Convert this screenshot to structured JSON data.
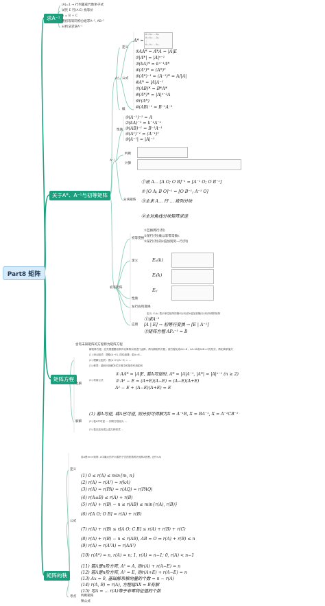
{
  "root": "Part8 矩阵",
  "branches": {
    "inverse": "求A⁻¹",
    "adjoint": "关于A*、A⁻¹与初等矩阵",
    "equation": "矩阵方程",
    "rank": "矩阵的秩"
  },
  "inverse_items": [
    "|A|=1  → 行列置成代数余子式",
    "试凭 E 行(A:E) 找等价",
    "A = B + C",
    "用初等等同构分组求A⁻¹, AB⁻¹",
    "分析法求逆A⁻¹"
  ],
  "adjoint": {
    "def_label": "定义",
    "formula_label": "公式",
    "property_label": "性质",
    "nature_label": "概",
    "matrix_rows": [
      "A₁₁  A₂₁  …  Aₙ₁",
      "A₁₂  A₂₂  …  Aₙ₂",
      "⋮",
      "A₁ₙ  A₂ₙ  …  Aₙₙ"
    ],
    "formulas": [
      "①AA* = A*A = |A|E",
      "②|A*| = |A|ⁿ⁻¹",
      "③(kA)* = kⁿ⁻¹A*",
      "④(Aᵀ)* = (A*)ᵀ",
      "⑤(A*)⁻¹ = (A⁻¹)* = A/|A|",
      "⑥A* = |A|A⁻¹",
      "⑦(AB)* = B*A*",
      "⑧(A*)* = |A|ⁿ⁻²A",
      "⑨r(A*)",
      "⑩(AB)⁻¹ = B⁻¹A⁻¹"
    ],
    "inverse_label": "A⁻¹",
    "inv_props": [
      "①(A⁻¹)⁻¹ = A",
      "②(kA)⁻¹ = k⁻¹A⁻¹",
      "③(AB)⁻¹ = B⁻¹A⁻¹",
      "④(Aᵀ)⁻¹ = (A⁻¹)ᵀ",
      "⑤|A⁻¹| = |A|⁻¹"
    ],
    "judge_label": "判断",
    "calc_label": "计算",
    "block_label": "分块矩阵",
    "block_items": [
      "①设 A… [A O; O B]⁻¹ = [A⁻¹ O; O B⁻¹]",
      "② [O A; B O]⁻¹ = [O B⁻¹; A⁻¹ O]",
      "③主求 A… 行 … 按列分块",
      "④主对角线分块矩阵求逆"
    ]
  },
  "elementary": {
    "label": "初等矩阵",
    "transform_label": "初等变换",
    "def_label": "定义",
    "prop_label": "性质",
    "left_right": "左行右列变换",
    "apply_label": "应用",
    "transform_items": [
      "①互换两行(列)",
      "②某行(列)乘以非零常数k",
      "③某行(列)的k倍加到另一行(列)"
    ],
    "defs": [
      "Eᵢⱼ(k)",
      "Eᵢ(k)",
      "Eᵢⱼ"
    ],
    "def_text": "定义: Eᵢ(k) 表示单位矩阵的第i行(列)的k倍加到第j行(列)所得的矩阵",
    "apply_items": [
      "①求A⁻¹",
      "[A | E] → 初等行变换 → [E | A⁻¹]",
      "②矩阵方程 AP₂⁻¹ = B"
    ]
  },
  "equation": {
    "intro": "含有未知矩阵的方程称为矩阵方程",
    "solve_label": "化解",
    "answer_label": "解解",
    "items": [
      "解矩阵方程，应先根据题设条件化简再对其进行运算，再与解矩阵方程，使方程化成AX=B，XA=B或AXB=C的形式，再化简求值方",
      "(1) 消公因式：提取(A−E), 四位组清；若A=B…",
      "(2) 理解公因式：提(A+E)(A−E) = …",
      "(3) 移项：能转行到解决式方程中的某些作用如何",
      "(4) 利用公式",
      "① AA* = |A|E, 若A可逆时, A* = |A|A⁻¹, |A*| = |A|ⁿ⁻¹ (n ≥ 2)",
      "② A² − E = (A+E)(A−E) = (A−E)(A+E)",
      "A² − E + (A−E)(A+E) = E",
      "(1) 若A可逆, 或A已可逆, 则分别可得解为X = A⁻¹B, X = BA⁻¹, X = A⁻¹CB⁻¹",
      "(2) 若A不可逆 … 则将方程化为 …",
      "(3) 若无法化成上述几种形式 …"
    ]
  },
  "rank": {
    "def_label": "定义",
    "formula_label": "公式",
    "example_label": "考点",
    "def_text": "设A是m×n矩阵, A中最大的不为零的子式的阶数称为矩阵A的秩, 记作r(A)",
    "items": [
      "(1) 0 ≤ r(A) ≤ min{m, n}",
      "(2) r(A) = r(Aᵀ) = r(kA)",
      "(3) r(A) = r(PA) = r(AQ) = r(PAQ)",
      "(4) r(A±B) ≤ r(A) + r(B)",
      "(5) r(A) + r(B) − n ≤ r(AB) ≤ min{r(A), r(B)}",
      "(6) r[A O; O B] = r(A) + r(B)",
      "(7) r(A) + r(B) ≤ r[A O; C B] ≤ r(A) + r(B) + r(C)",
      "(8) r(A) + r(B) − n ≤ r(AB), AB = O ⇒ r(A) + r(B) ≤ n",
      "(9) r(A) = r(AᵀA) = r(AAᵀ)",
      "(10) r(A*) = n, r(A) = n; 1, r(A) = n−1; 0, r(A) < n−1",
      "(11) 若A是n阶方阵, A² = A, 则r(A) + r(A−E) = n",
      "(12) 若A是n阶方阵, A² = E, 则r(A+E) + r(A−E) = n",
      "(13) Ax = 0, 基础解系解向量的个数 = n − r(A)",
      "(14) r(A, B) = r(A), 方程组AX = B有解",
      "(15) 可A = ... r(A)等于非零特征值的个数"
    ],
    "example_items": [
      "判断矩阵",
      "秩公式"
    ]
  }
}
